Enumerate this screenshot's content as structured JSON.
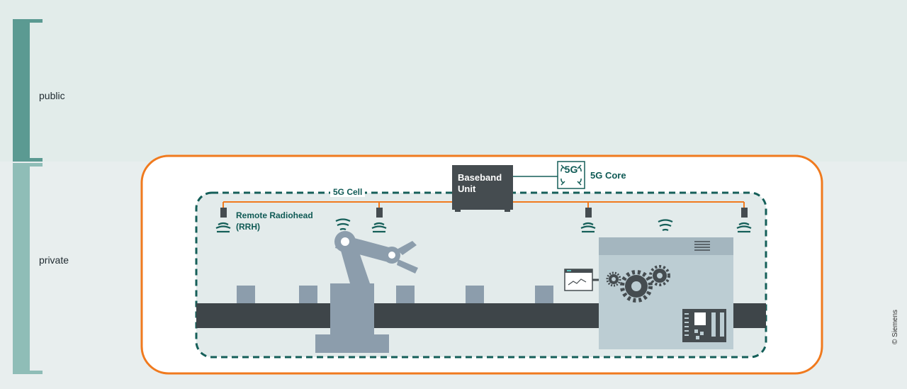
{
  "zones": {
    "public_label": "public",
    "private_label": "private"
  },
  "network": {
    "baseband_line1": "Baseband",
    "baseband_line2": "Unit",
    "core_label": "5G Core",
    "core_badge": "5G",
    "cell_label": "5G Cell",
    "rrh_line1": "Remote Radiohead",
    "rrh_line2": "(RRH)"
  },
  "copyright": "© Siemens",
  "colors": {
    "public_band": "#e2ecea",
    "private_band": "#e8eeee",
    "bracket_public": "#5b9a92",
    "bracket_private": "#8fbdb7",
    "orange": "#f07a1e",
    "teal": "#155f59",
    "dark": "#454c50",
    "robot": "#8c9dac",
    "machine": "#bccdd3"
  }
}
